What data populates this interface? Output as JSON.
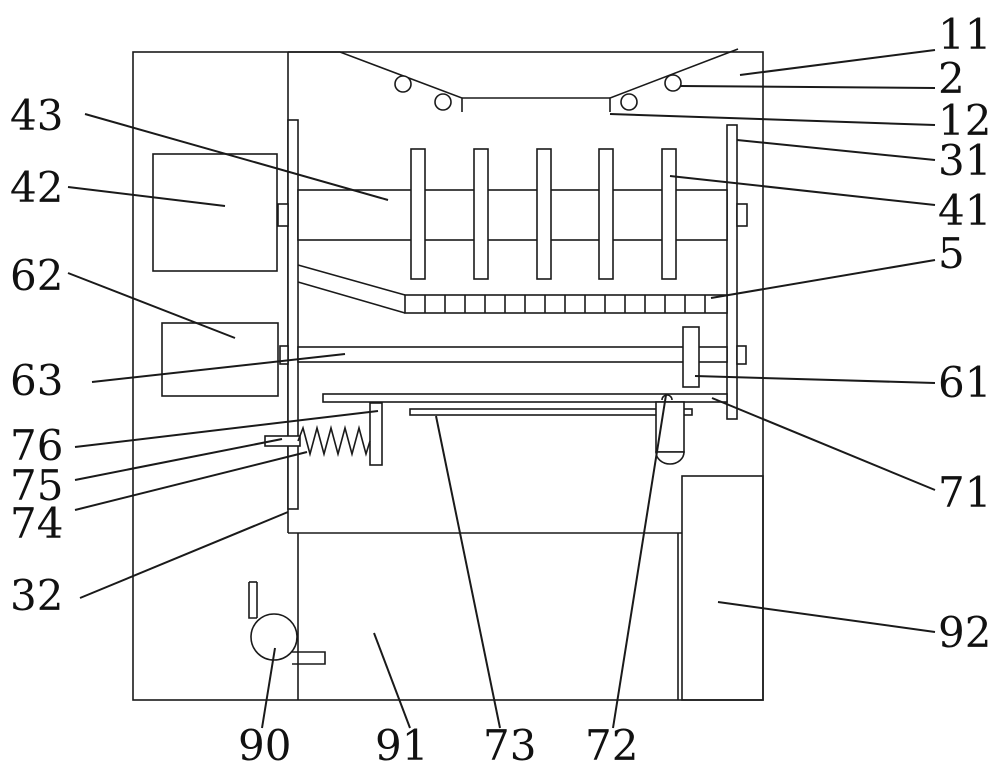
{
  "labels": {
    "n11": "11",
    "n2": "2",
    "n12": "12",
    "n31": "31",
    "n41": "41",
    "n5": "5",
    "n61": "61",
    "n71": "71",
    "n92": "92",
    "n43": "43",
    "n42": "42",
    "n62": "62",
    "n63": "63",
    "n76": "76",
    "n75": "75",
    "n74": "74",
    "n32": "32",
    "n90": "90",
    "n91": "91",
    "n73": "73",
    "n72": "72"
  },
  "colors": {
    "stroke": "#1a1a1a",
    "background": "#ffffff",
    "text": "#111111"
  }
}
